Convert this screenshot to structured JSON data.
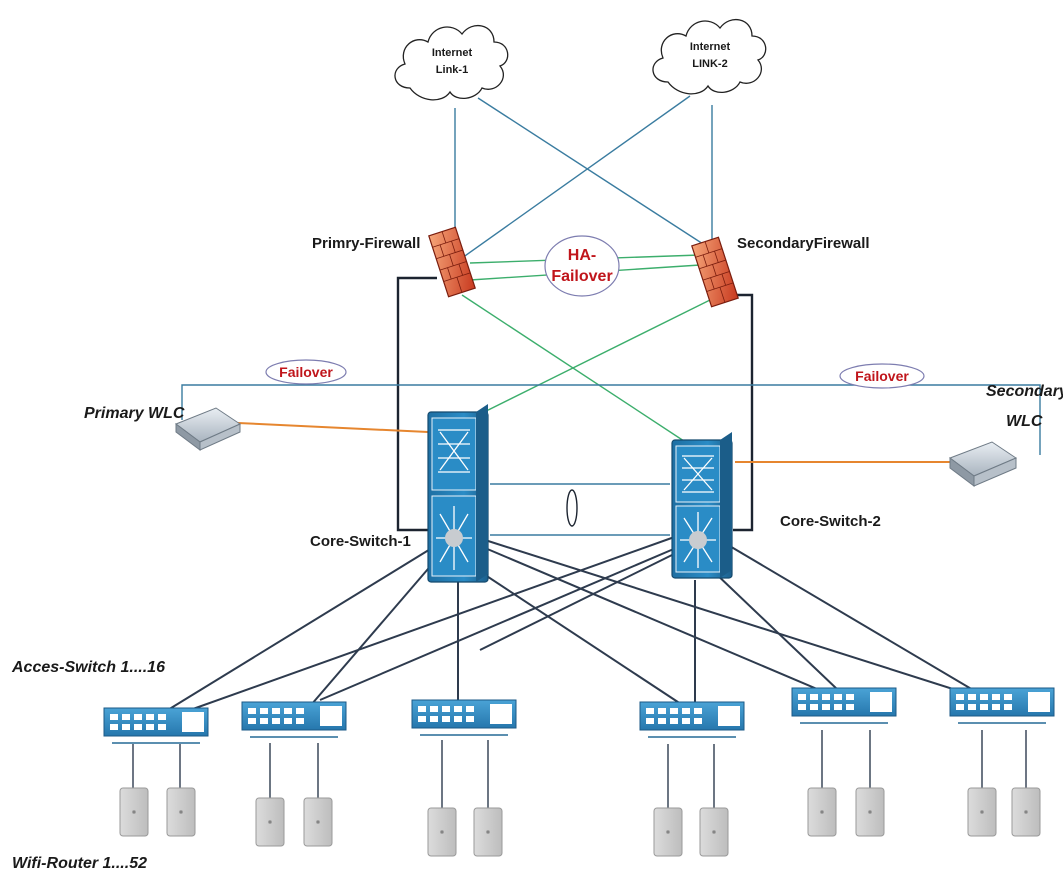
{
  "clouds": [
    {
      "line1": "Internet",
      "line2": "Link-1"
    },
    {
      "line1": "Internet",
      "line2": "LINK-2"
    }
  ],
  "firewalls": {
    "primary_label": "Primry-Firewall",
    "secondary_label": "SecondaryFirewall"
  },
  "ha": {
    "line1": "HA-",
    "line2": "Failover"
  },
  "wlc": {
    "failover_left": "Failover",
    "failover_right": "Failover",
    "primary_label": "Primary WLC",
    "secondary_line1": "Secondary",
    "secondary_line2": "WLC"
  },
  "core": {
    "switch1_label": "Core-Switch-1",
    "switch2_label": "Core-Switch-2"
  },
  "access": {
    "label": "Acces-Switch 1....16"
  },
  "wifi": {
    "label": "Wifi-Router 1....52"
  },
  "colors": {
    "cloud_link": "#3a7ca0",
    "cross_link": "#5b8fb0",
    "fw_link": "#3cae6c",
    "wlc_link": "#e6862f",
    "dark_link": "#2e3b4e",
    "switch_blue": "#2a82b8",
    "red_text": "#c0151b"
  }
}
